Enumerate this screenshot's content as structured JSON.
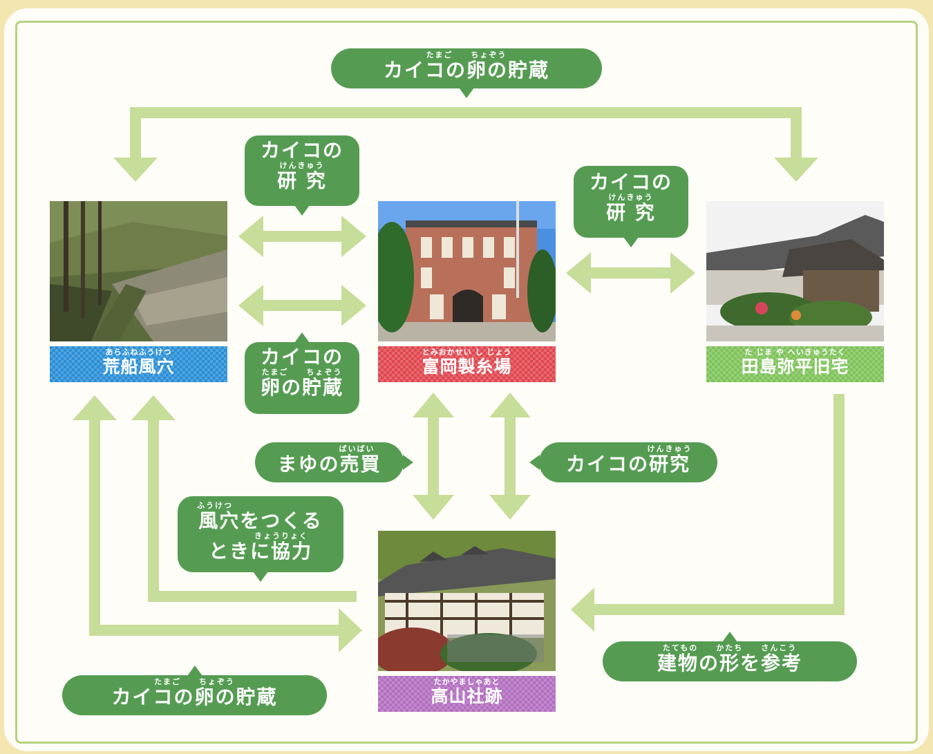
{
  "colors": {
    "bubble_green": "#559c52",
    "arrow_green": "#c7dd9a",
    "frame_green": "#b5d27f",
    "arafune_blue": "#2a8fd6",
    "tomioka_red": "#e0474f",
    "tajima_green": "#7fc35a",
    "takayama_purple": "#b26fbf"
  },
  "sites": {
    "arafune": {
      "ruby": "あらふねふうけつ",
      "name": "荒船風穴"
    },
    "tomioka": {
      "ruby": "とみおかせい し じょう",
      "name": "富岡製糸場"
    },
    "tajima": {
      "ruby": "た じま や へいきゅうたく",
      "name": "田島弥平旧宅"
    },
    "takayama": {
      "ruby": "たかやましゃあと",
      "name": "高山社跡"
    }
  },
  "relations": {
    "top_egg": {
      "ruby": "たまご　　ちょぞう",
      "text": "カイコの卵の貯蔵"
    },
    "arafune_tomioka_research": {
      "line1": "カイコの",
      "ruby": "けんきゅう",
      "line2": "研 究"
    },
    "arafune_tomioka_egg": {
      "line1": "カイコの",
      "ruby": "たまご　　ちょぞう",
      "line2": "卵の貯蔵"
    },
    "tomioka_tajima_research": {
      "line1": "カイコの",
      "ruby": "けんきゅう",
      "line2": "研 究"
    },
    "cocoon_trade": {
      "ruby": "ばいばい",
      "text": "まゆの売買"
    },
    "silkworm_research": {
      "ruby": "けんきゅう",
      "text": "カイコの研究"
    },
    "fuketsu_help": {
      "ruby1": "ふうけつ",
      "line1": "風穴をつくる",
      "ruby2": "きょうりょく",
      "line2": "ときに協力"
    },
    "bottom_egg": {
      "ruby": "たまご　　ちょぞう",
      "text": "カイコの卵の貯蔵"
    },
    "building_ref": {
      "ruby": "たてもの　　かたち　　さんこう",
      "text": "建物の形を参考"
    }
  }
}
